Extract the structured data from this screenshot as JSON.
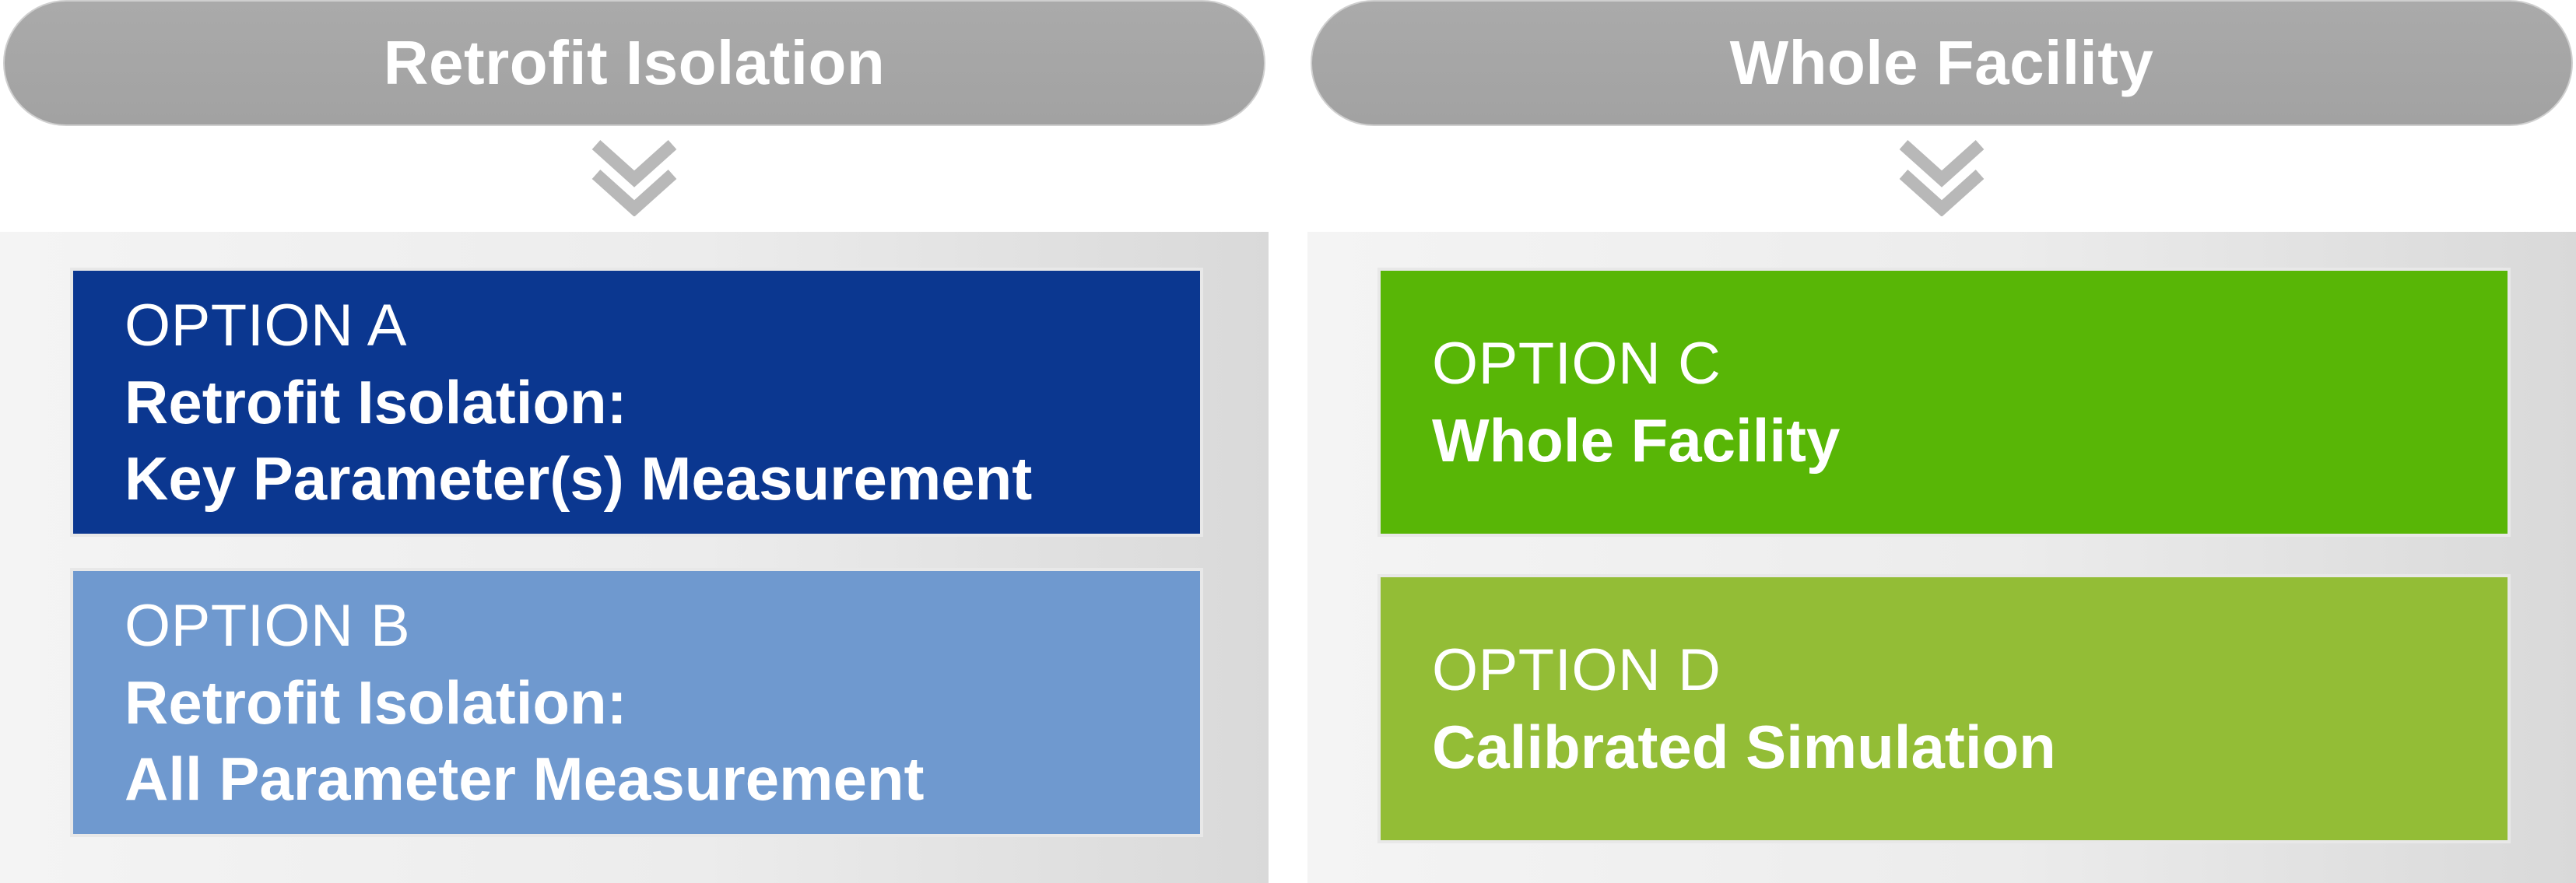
{
  "colors": {
    "pill": "#a6a6a6",
    "chevron": "#b8b8b8",
    "option_a": "#0b3790",
    "option_b": "#6f99cf",
    "option_c": "#58b606",
    "option_d": "#93bd36",
    "text": "#ffffff"
  },
  "left": {
    "header": "Retrofit Isolation",
    "chevron_icon": "double-chevron-down-icon",
    "options": [
      {
        "label": "OPTION A",
        "title_line1": "Retrofit Isolation:",
        "title_line2": "Key Parameter(s) Measurement"
      },
      {
        "label": "OPTION B",
        "title_line1": "Retrofit Isolation:",
        "title_line2": "All Parameter Measurement"
      }
    ]
  },
  "right": {
    "header": "Whole Facility",
    "chevron_icon": "double-chevron-down-icon",
    "options": [
      {
        "label": "OPTION C",
        "title_line1": "Whole Facility"
      },
      {
        "label": "OPTION D",
        "title_line1": "Calibrated Simulation"
      }
    ]
  }
}
